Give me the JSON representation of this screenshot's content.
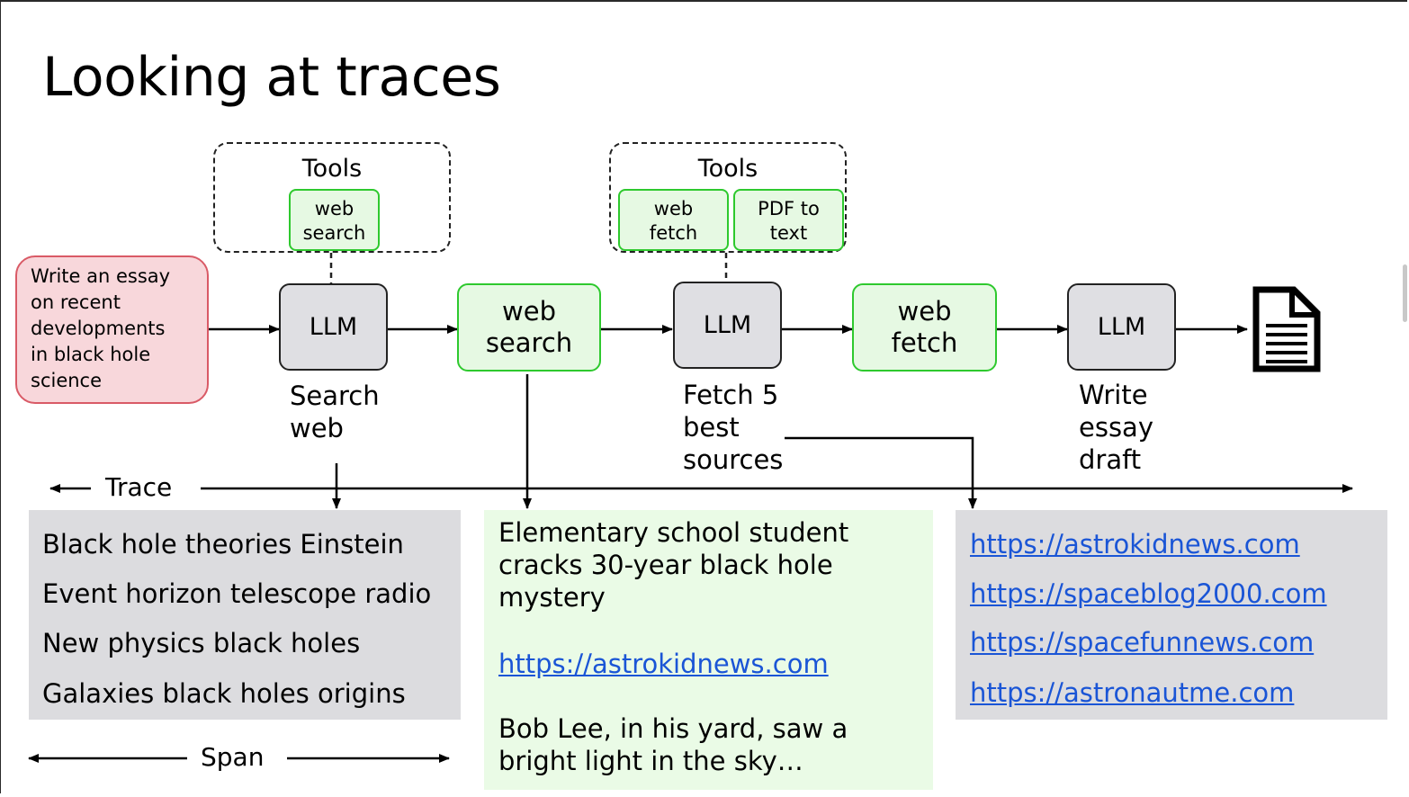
{
  "title": "Looking at traces",
  "tools_groups": [
    {
      "label": "Tools",
      "tools": [
        "web\nsearch"
      ]
    },
    {
      "label": "Tools",
      "tools": [
        "web\nfetch",
        "PDF to\ntext"
      ]
    }
  ],
  "prompt": "Write an essay\non recent\ndevelopments\nin black hole\nscience",
  "flow": {
    "llm_label": "LLM",
    "steps": [
      "web\nsearch",
      "web\nfetch"
    ],
    "captions": [
      "Search\nweb",
      "Fetch 5\nbest\nsources",
      "Write\nessay\ndraft"
    ],
    "output_icon": "document-icon"
  },
  "axes": {
    "trace_label": "Trace",
    "span_label": "Span"
  },
  "panels": {
    "queries": [
      "Black hole theories Einstein",
      "Event horizon telescope radio",
      "New physics black holes",
      "Galaxies black holes origins"
    ],
    "search_result": {
      "headline": "Elementary school student\ncracks 30-year black hole\nmystery",
      "url": "https://astrokidnews.com",
      "snippet": "Bob Lee, in his yard, saw a\nbright light in the sky…"
    },
    "sources": [
      "https://astrokidnews.com",
      "https://spaceblog2000.com",
      "https://spacefunnews.com",
      "https://astronautme.com"
    ]
  },
  "colors": {
    "llm_fill": "#dfdfe3",
    "tool_fill": "#e6f9e3",
    "tool_border": "#2ec92e",
    "prompt_fill": "#f8d7db",
    "prompt_border": "#d95a66",
    "panel_gray": "#dcdcdf",
    "panel_green": "#eafbe6",
    "link": "#1a55d6"
  }
}
